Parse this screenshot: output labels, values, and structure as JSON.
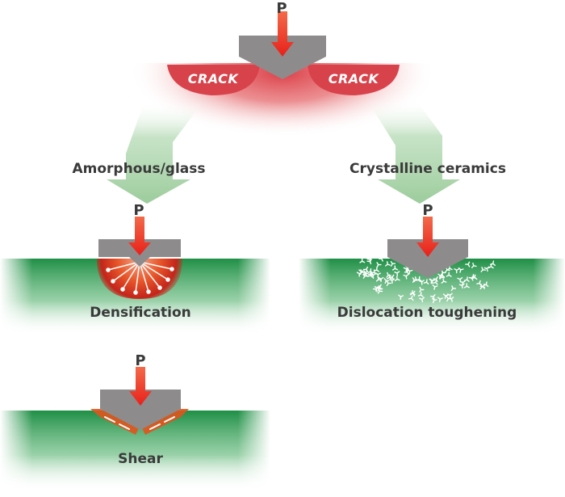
{
  "top": {
    "load_label": "P",
    "crack_left": "CRACK",
    "crack_right": "CRACK"
  },
  "branches": {
    "left_label": "Amorphous/glass",
    "right_label": "Crystalline ceramics"
  },
  "densification": {
    "load_label": "P",
    "caption": "Densification"
  },
  "dislocation": {
    "load_label": "P",
    "caption": "Dislocation toughening"
  },
  "shear": {
    "load_label": "P",
    "caption": "Shear"
  },
  "colors": {
    "indenter": "#8e8b8c",
    "load_arrow": "#e8201a",
    "crack_zone": "#e05257",
    "material_green": "#2e9e4f",
    "flow_arrow": "#a6d2a6",
    "text": "#3a3a3a"
  }
}
